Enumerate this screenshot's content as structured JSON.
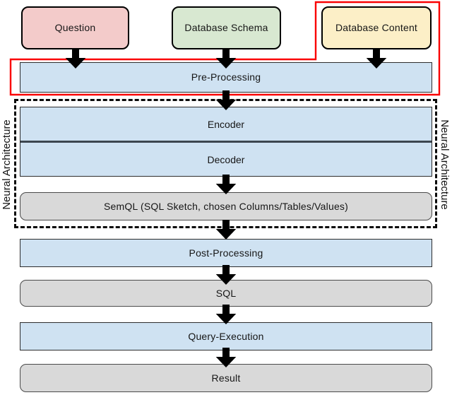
{
  "inputs": {
    "question": {
      "label": "Question",
      "fill": "#f3cbca"
    },
    "schema": {
      "label": "Database Schema",
      "fill": "#d8e8d1"
    },
    "content": {
      "label": "Database Content",
      "fill": "#fcefc7"
    }
  },
  "pipeline": {
    "pre_processing": "Pre-Processing",
    "encoder": "Encoder",
    "decoder": "Decoder",
    "semql": "SemQL (SQL Sketch, chosen Columns/Tables/Values)",
    "post_processing": "Post-Processing",
    "sql": "SQL",
    "query_execution": "Query-Execution",
    "result": "Result"
  },
  "annotations": {
    "neural_architecture_left": "Neural Architecture",
    "neural_architecture_right": "Neural Architecture"
  },
  "colors": {
    "process_fill": "#cfe2f2",
    "artifact_fill": "#d9d9d9",
    "highlight_red": "#fa0103",
    "dashed_frame": "#0a0a0a",
    "arrow": "#000000"
  }
}
